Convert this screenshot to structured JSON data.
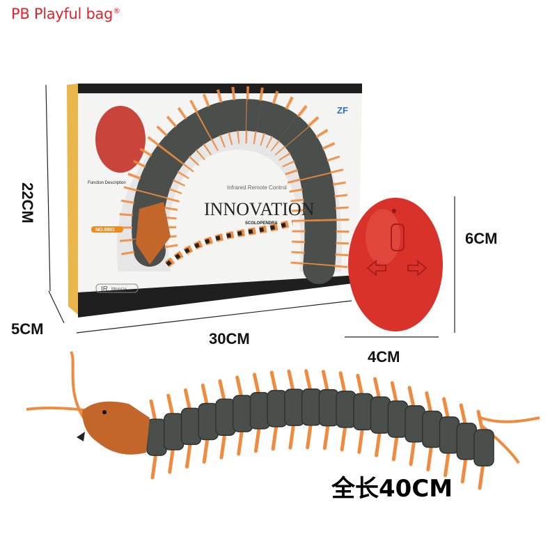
{
  "brand": {
    "name": "PB Playful bag",
    "mark": "®",
    "color": "#e0242b"
  },
  "box": {
    "title": "INNOVATION",
    "subtitle": "SCOLOPENDRA",
    "tagline": "Infrared Remote Control",
    "function_heading": "Function Description",
    "model": "NO.9901",
    "ir_label": "IR",
    "ir_sub": "Minisize",
    "logo": "ZF"
  },
  "dimensions": {
    "box_height": "22CM",
    "box_depth": "5CM",
    "box_width": "30CM",
    "remote_height": "6CM",
    "remote_width": "4CM",
    "total_length": "全长40CM"
  },
  "colors": {
    "body": "#4a4f4c",
    "legs": "#f08a3c",
    "head": "#c2662a",
    "remote": "#d9322b"
  }
}
